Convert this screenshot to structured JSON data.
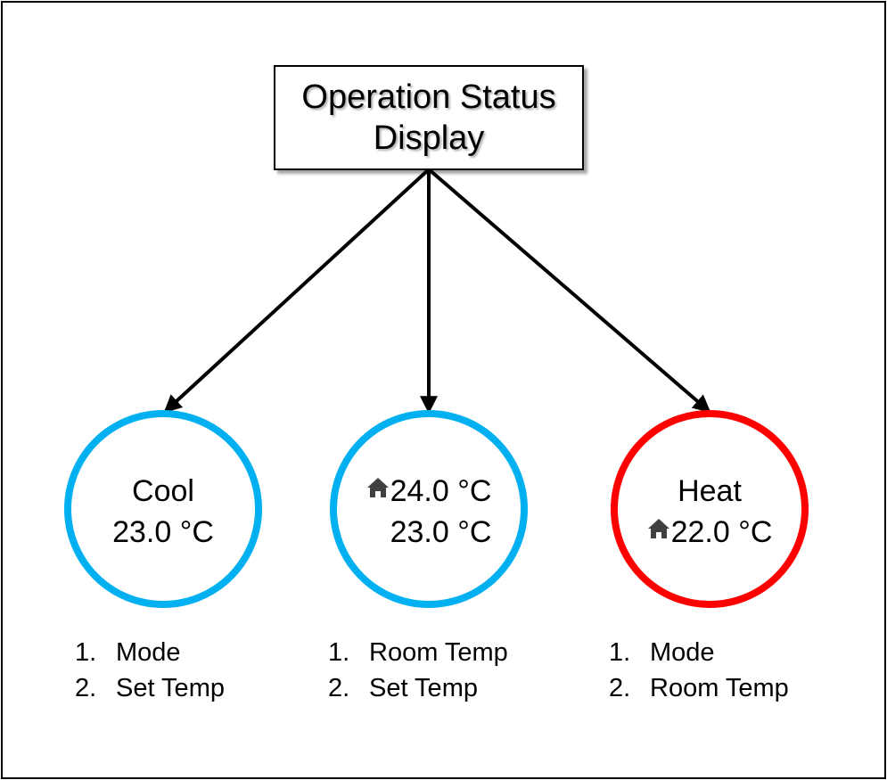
{
  "title": {
    "line1": "Operation Status",
    "line2": "Display"
  },
  "colors": {
    "cool": "#00b0f0",
    "heat": "#ff0000",
    "line": "#000000",
    "icon": "#404040"
  },
  "nodes": [
    {
      "id": "cool",
      "line1": "Cool",
      "line2": "23.0 °C",
      "line1_icon": "",
      "line2_icon": "",
      "ring_color": "cool",
      "legend": [
        {
          "num": "1.",
          "text": "Mode"
        },
        {
          "num": "2.",
          "text": "Set Temp"
        }
      ]
    },
    {
      "id": "room",
      "line1": "24.0 °C",
      "line2": "23.0 °C",
      "line1_icon": "home-icon",
      "line2_icon": "",
      "ring_color": "cool",
      "legend": [
        {
          "num": "1.",
          "text": "Room Temp"
        },
        {
          "num": "2.",
          "text": "Set Temp"
        }
      ]
    },
    {
      "id": "heat",
      "line1": "Heat",
      "line2": "22.0 °C",
      "line1_icon": "",
      "line2_icon": "home-icon",
      "ring_color": "heat",
      "legend": [
        {
          "num": "1.",
          "text": "Mode"
        },
        {
          "num": "2.",
          "text": "Room Temp"
        }
      ]
    }
  ]
}
